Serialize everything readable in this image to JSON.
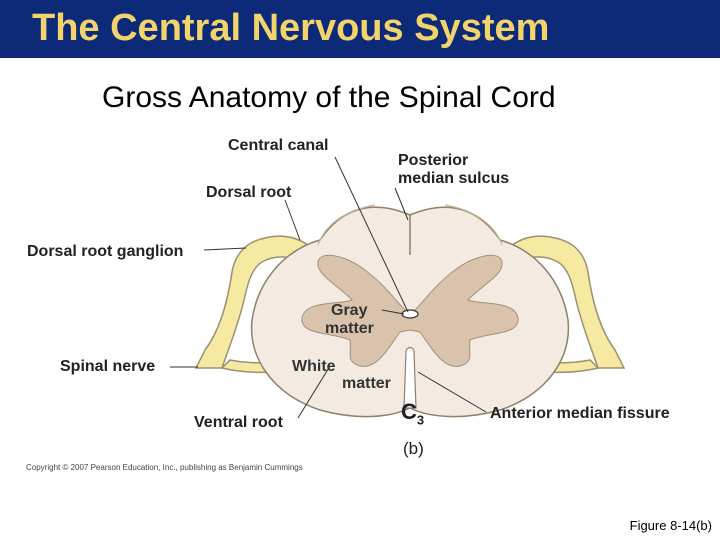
{
  "slide": {
    "title": "The Central Nervous System",
    "subtitle": "Gross Anatomy of the Spinal Cord"
  },
  "labels": {
    "central_canal": "Central canal",
    "posterior_median_sulcus_line1": "Posterior",
    "posterior_median_sulcus_line2": "median sulcus",
    "dorsal_root": "Dorsal root",
    "dorsal_root_ganglion": "Dorsal root ganglion",
    "gray_matter_line1": "Gray",
    "gray_matter_line2": "matter",
    "white_matter_line1": "White",
    "white_matter_line2": "matter",
    "spinal_nerve": "Spinal nerve",
    "ventral_root": "Ventral root",
    "c3_letter": "C",
    "c3_sub": "3",
    "anterior_median_fissure": "Anterior median fissure",
    "panel": "(b)"
  },
  "footer": {
    "copyright": "Copyright © 2007 Pearson Education, Inc., publishing as Benjamin Cummings",
    "figure": "Figure 8-14(b)"
  },
  "colors": {
    "title_bar": "#0d2a78",
    "title_text": "#f3d36b",
    "white_matter": "#f3ebe2",
    "gray_matter": "#d9c3ad",
    "nerve": "#f6eaa2",
    "nerve_outline": "#9c9070"
  }
}
